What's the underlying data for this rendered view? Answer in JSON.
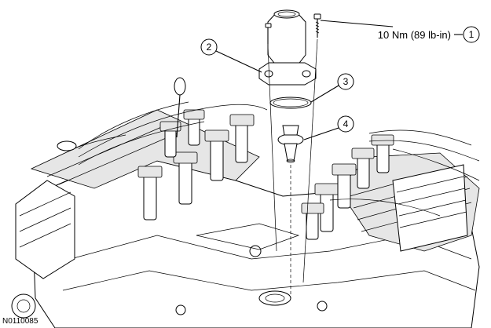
{
  "figure_id": "N0110085",
  "torque_spec": "10 Nm (89 lb-in)",
  "callouts": [
    {
      "number": "1"
    },
    {
      "number": "2"
    },
    {
      "number": "3"
    },
    {
      "number": "4"
    }
  ]
}
